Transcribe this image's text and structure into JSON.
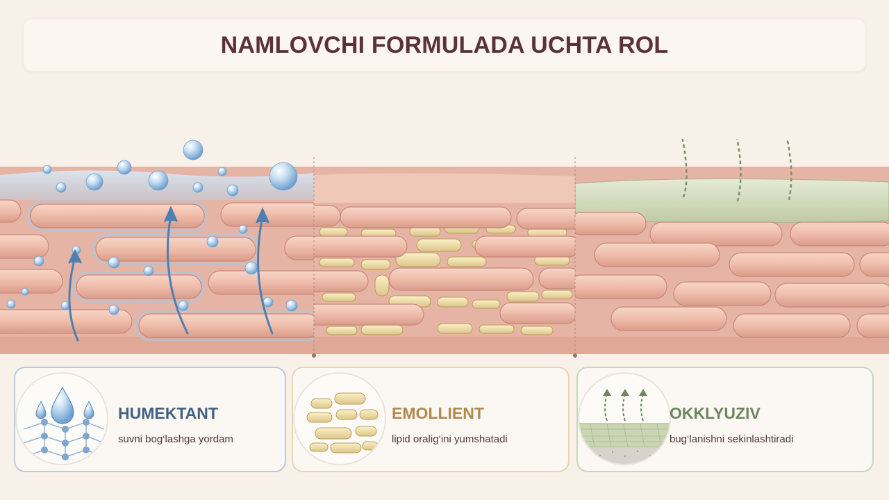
{
  "title": "NAMLOVCHI FORMULADA UCHTA ROL",
  "roles": [
    {
      "title": "HUMEKTANT",
      "description": "suvni bog‘lashga yordam",
      "color": "#3f6283",
      "icon": "water-drop-network-icon"
    },
    {
      "title": "EMOLLIENT",
      "description": "lipid oralig‘ini yumshatadi",
      "color": "#b08a4c",
      "icon": "lipid-capsules-icon"
    },
    {
      "title": "OKKLYUZIV",
      "description": "bug‘lanishni sekinlashtiradi",
      "color": "#6d8660",
      "icon": "barrier-evaporation-icon"
    }
  ],
  "colors": {
    "background": "#f8f1ea",
    "skin_cell": "#efbcaa",
    "water": "#9cc4e6",
    "lipid": "#ead8a2",
    "barrier": "#c9d3b2",
    "title": "#5b3238"
  }
}
